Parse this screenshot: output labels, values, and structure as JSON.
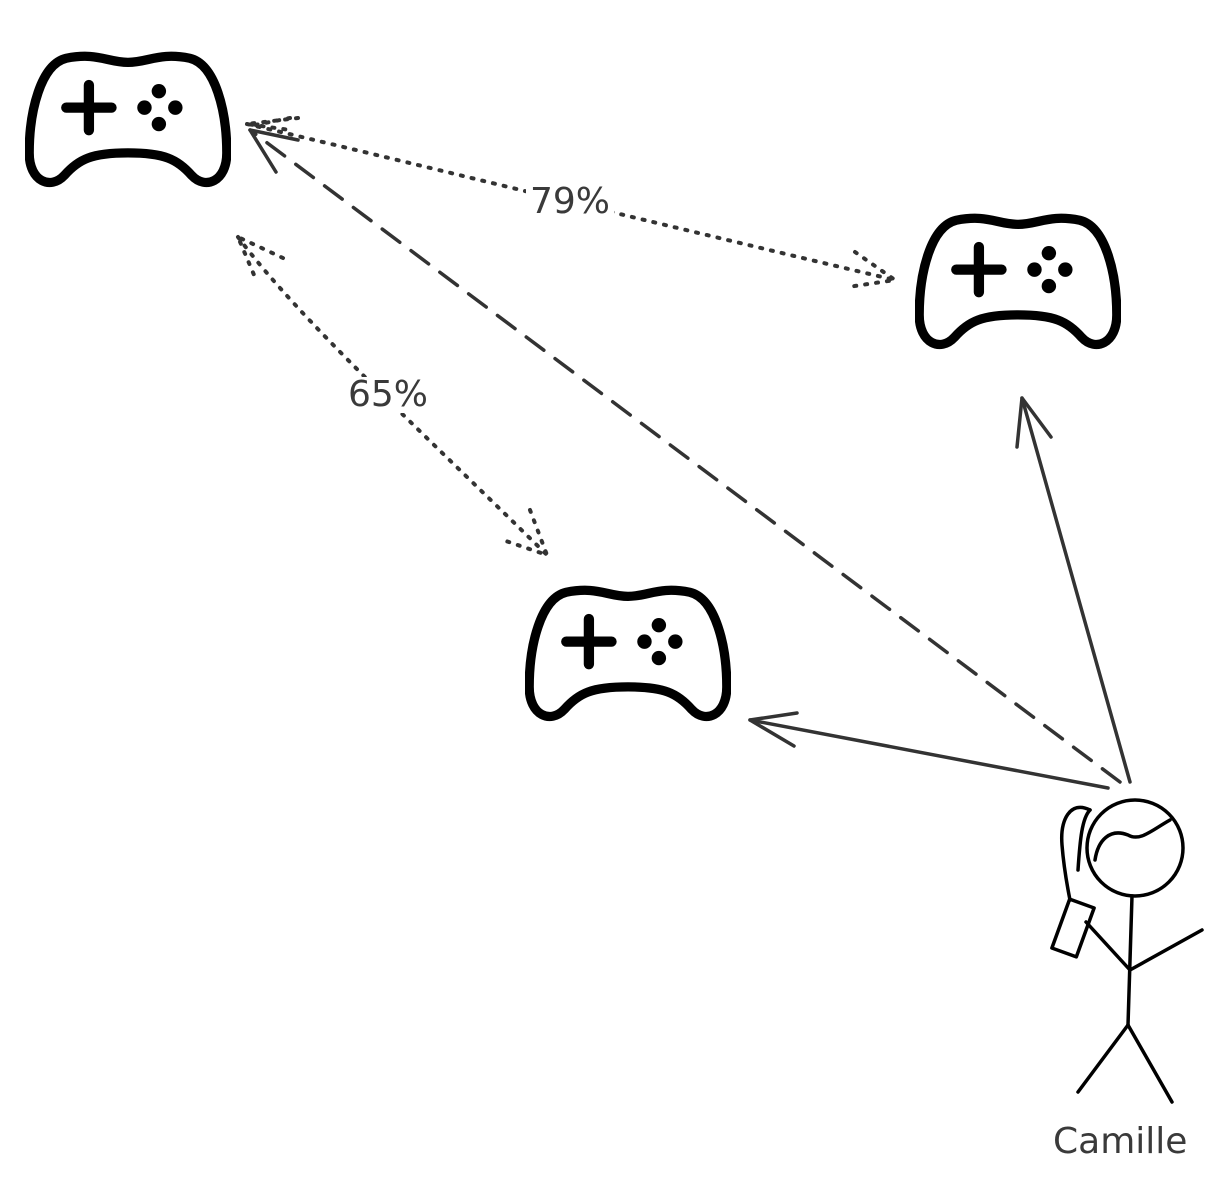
{
  "nodes": [
    {
      "id": "game-a",
      "icon": "gamepad-icon"
    },
    {
      "id": "game-b",
      "icon": "gamepad-icon"
    },
    {
      "id": "game-c",
      "icon": "gamepad-icon"
    }
  ],
  "person": {
    "name": "Camille",
    "icon": "stick-figure-with-phone-icon"
  },
  "edges": [
    {
      "from": "game-a",
      "to": "game-b",
      "style": "dotted",
      "label": "79%"
    },
    {
      "from": "game-a",
      "to": "game-c",
      "style": "dotted",
      "label": "65%"
    },
    {
      "from": "person",
      "to": "game-a",
      "style": "dashed"
    },
    {
      "from": "person",
      "to": "game-b",
      "style": "solid"
    },
    {
      "from": "person",
      "to": "game-c",
      "style": "solid"
    }
  ],
  "colors": {
    "stroke": "#333333",
    "icon": "#000000",
    "text": "#3a3a3a"
  }
}
